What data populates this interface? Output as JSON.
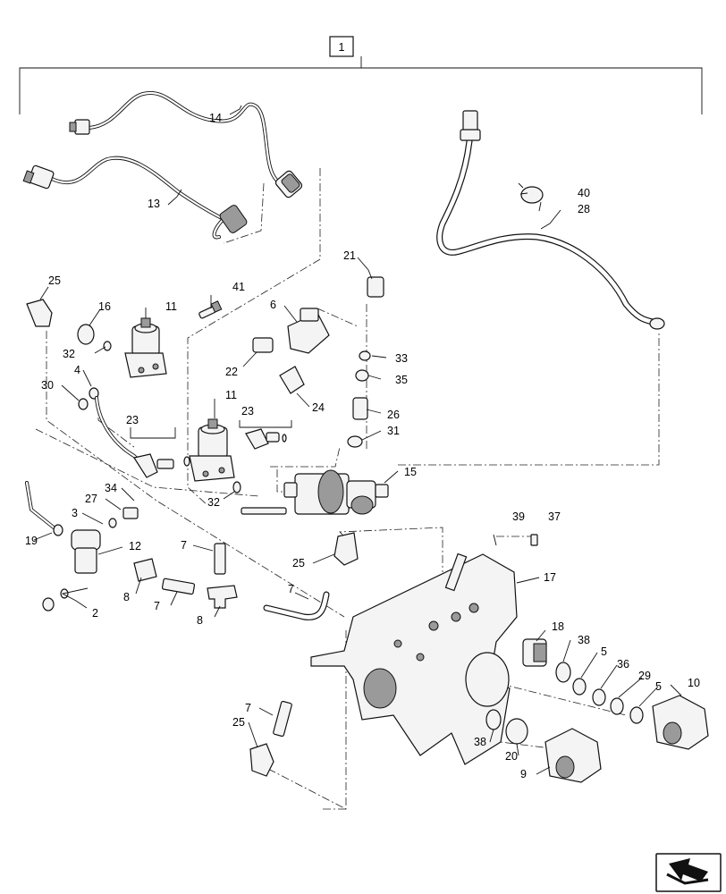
{
  "callouts": {
    "c1": "1",
    "c2": "2",
    "c3": "3",
    "c4": "4",
    "c5a": "5",
    "c5b": "5",
    "c6": "6",
    "c7a": "7",
    "c7b": "7",
    "c7c": "7",
    "c7d": "7",
    "c8a": "8",
    "c8b": "8",
    "c9": "9",
    "c10": "10",
    "c11a": "11",
    "c11b": "11",
    "c12": "12",
    "c13": "13",
    "c14": "14",
    "c15": "15",
    "c16": "16",
    "c17": "17",
    "c18": "18",
    "c19": "19",
    "c20": "20",
    "c21": "21",
    "c22": "22",
    "c23a": "23",
    "c23b": "23",
    "c24": "24",
    "c25a": "25",
    "c25b": "25",
    "c25c": "25",
    "c26": "26",
    "c27": "27",
    "c28": "28",
    "c29": "29",
    "c30": "30",
    "c31": "31",
    "c32a": "32",
    "c32b": "32",
    "c33": "33",
    "c34": "34",
    "c35": "35",
    "c36": "36",
    "c37": "37",
    "c38a": "38",
    "c38b": "38",
    "c39": "39",
    "c40": "40",
    "c41": "41"
  },
  "nav": {
    "icon": "next-page-arrow-icon"
  }
}
